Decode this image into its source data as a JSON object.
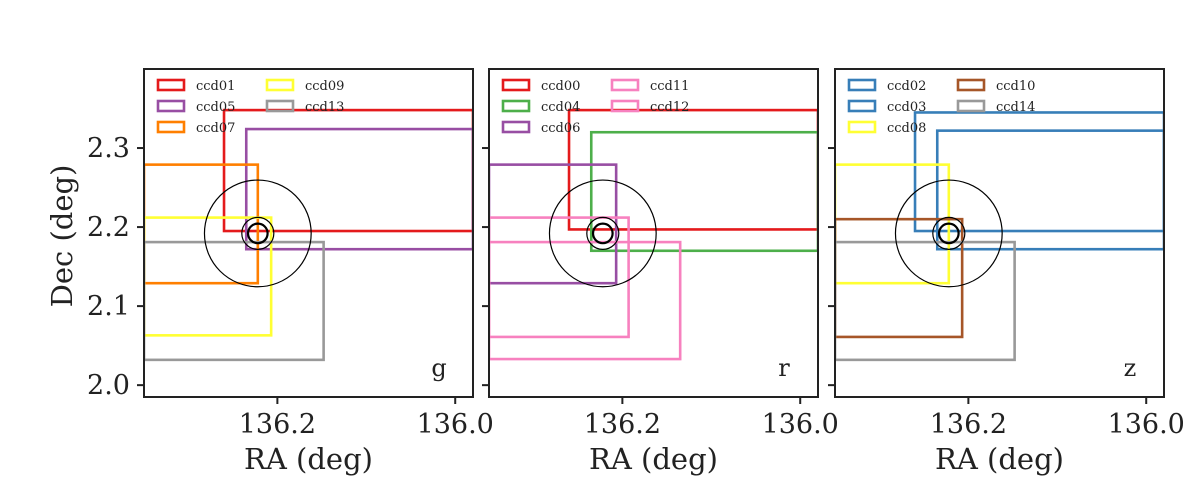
{
  "figure": {
    "ylabel": "Dec (deg)",
    "xlabel": "RA (deg)"
  },
  "chart_data": [
    {
      "type": "line",
      "band_label": "g",
      "xlabel": "RA (deg)",
      "ylabel": "Dec (deg)",
      "xlim": [
        136.35,
        135.98
      ],
      "ylim": [
        1.985,
        2.4
      ],
      "x_inverted": true,
      "xticks": [
        136.2,
        136.0
      ],
      "xtick_labels": [
        "136.2",
        "136.0"
      ],
      "yticks": [
        2.0,
        2.1,
        2.2,
        2.3
      ],
      "ytick_labels": [
        "2.0",
        "2.1",
        "2.2",
        "2.3"
      ],
      "legend_position": "top-left",
      "circles": [
        {
          "ra": 136.222,
          "dec": 2.192,
          "radius": 0.06
        },
        {
          "ra": 136.222,
          "dec": 2.192,
          "radius": 0.018
        },
        {
          "ra": 136.222,
          "dec": 2.192,
          "radius": 0.011
        }
      ],
      "series": [
        {
          "name": "ccd01",
          "color": "#e41a1c",
          "ra_min": 135.98,
          "ra_max": 136.26,
          "dec_min": 2.195,
          "dec_max": 2.348
        },
        {
          "name": "ccd05",
          "color": "#984ea3",
          "ra_min": 135.98,
          "ra_max": 136.235,
          "dec_min": 2.172,
          "dec_max": 2.324
        },
        {
          "name": "ccd07",
          "color": "#ff7f00",
          "ra_min": 136.222,
          "ra_max": 136.35,
          "dec_min": 2.129,
          "dec_max": 2.279
        },
        {
          "name": "ccd09",
          "color": "#ffff33",
          "ra_min": 136.207,
          "ra_max": 136.35,
          "dec_min": 2.063,
          "dec_max": 2.212
        },
        {
          "name": "ccd13",
          "color": "#999999",
          "ra_min": 136.148,
          "ra_max": 136.35,
          "dec_min": 2.032,
          "dec_max": 2.181
        }
      ]
    },
    {
      "type": "line",
      "band_label": "r",
      "xlabel": "RA (deg)",
      "ylabel": "Dec (deg)",
      "xlim": [
        136.35,
        135.98
      ],
      "ylim": [
        1.985,
        2.4
      ],
      "x_inverted": true,
      "xticks": [
        136.2,
        136.0
      ],
      "xtick_labels": [
        "136.2",
        "136.0"
      ],
      "yticks": [
        2.0,
        2.1,
        2.2,
        2.3
      ],
      "legend_position": "top-left",
      "circles": [
        {
          "ra": 136.222,
          "dec": 2.192,
          "radius": 0.06
        },
        {
          "ra": 136.222,
          "dec": 2.192,
          "radius": 0.018
        },
        {
          "ra": 136.222,
          "dec": 2.192,
          "radius": 0.011
        }
      ],
      "series": [
        {
          "name": "ccd00",
          "color": "#e41a1c",
          "ra_min": 135.98,
          "ra_max": 136.26,
          "dec_min": 2.197,
          "dec_max": 2.348
        },
        {
          "name": "ccd04",
          "color": "#4daf4a",
          "ra_min": 135.98,
          "ra_max": 136.235,
          "dec_min": 2.17,
          "dec_max": 2.32
        },
        {
          "name": "ccd06",
          "color": "#984ea3",
          "ra_min": 136.207,
          "ra_max": 136.35,
          "dec_min": 2.129,
          "dec_max": 2.279
        },
        {
          "name": "ccd11",
          "color": "#f781bf",
          "ra_min": 136.193,
          "ra_max": 136.35,
          "dec_min": 2.061,
          "dec_max": 2.212
        },
        {
          "name": "ccd12",
          "color": "#f781bf",
          "ra_min": 136.135,
          "ra_max": 136.35,
          "dec_min": 2.033,
          "dec_max": 2.181
        }
      ]
    },
    {
      "type": "line",
      "band_label": "z",
      "xlabel": "RA (deg)",
      "ylabel": "Dec (deg)",
      "xlim": [
        136.35,
        135.98
      ],
      "ylim": [
        1.985,
        2.4
      ],
      "x_inverted": true,
      "xticks": [
        136.2,
        136.0
      ],
      "xtick_labels": [
        "136.2",
        "136.0"
      ],
      "yticks": [
        2.0,
        2.1,
        2.2,
        2.3
      ],
      "legend_position": "top-left",
      "circles": [
        {
          "ra": 136.222,
          "dec": 2.192,
          "radius": 0.06
        },
        {
          "ra": 136.222,
          "dec": 2.192,
          "radius": 0.018
        },
        {
          "ra": 136.222,
          "dec": 2.192,
          "radius": 0.011
        }
      ],
      "series": [
        {
          "name": "ccd02",
          "color": "#377eb8",
          "ra_min": 135.98,
          "ra_max": 136.26,
          "dec_min": 2.195,
          "dec_max": 2.345
        },
        {
          "name": "ccd03",
          "color": "#377eb8",
          "ra_min": 135.98,
          "ra_max": 136.235,
          "dec_min": 2.172,
          "dec_max": 2.322
        },
        {
          "name": "ccd08",
          "color": "#ffff33",
          "ra_min": 136.222,
          "ra_max": 136.35,
          "dec_min": 2.129,
          "dec_max": 2.279
        },
        {
          "name": "ccd10",
          "color": "#a65628",
          "ra_min": 136.207,
          "ra_max": 136.35,
          "dec_min": 2.061,
          "dec_max": 2.21
        },
        {
          "name": "ccd14",
          "color": "#999999",
          "ra_min": 136.148,
          "ra_max": 136.35,
          "dec_min": 2.032,
          "dec_max": 2.181
        }
      ]
    }
  ]
}
